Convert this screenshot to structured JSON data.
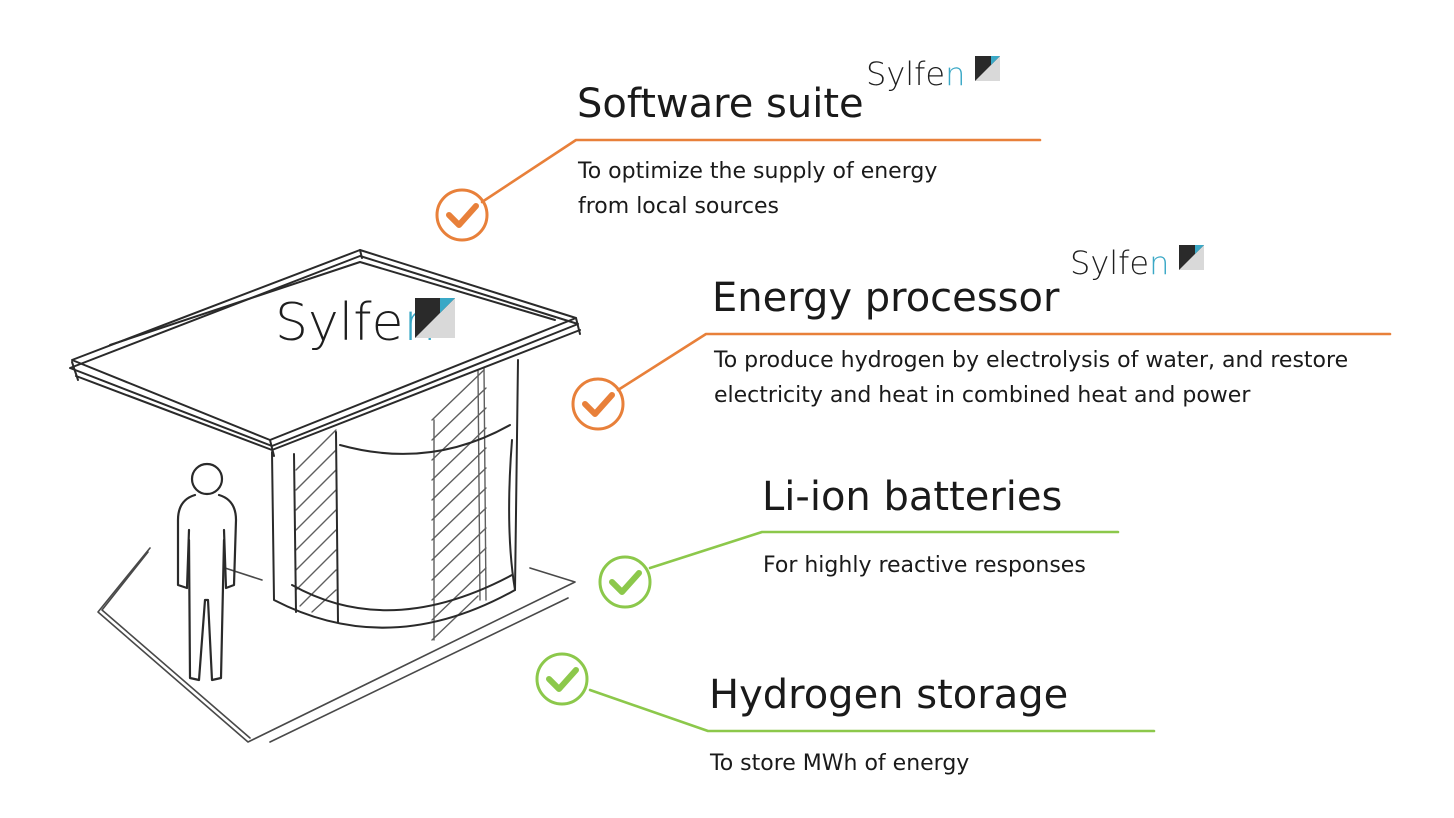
{
  "brand": {
    "name": "Sylfen",
    "name_prefix": "Sylfe",
    "name_suffix": "n",
    "dark_color": "#1e1e1e",
    "accent_color": "#3aa8c6"
  },
  "colors": {
    "orange": "#e8803a",
    "green": "#8cc84b"
  },
  "features": [
    {
      "title": "Software suite",
      "description_lines": [
        "To optimize the supply of energy",
        "from local sources"
      ],
      "accent": "#e8803a",
      "icon": "check-icon"
    },
    {
      "title": "Energy processor",
      "description_lines": [
        "To produce hydrogen by electrolysis of water, and restore",
        "electricity and heat in combined heat and power"
      ],
      "accent": "#e8803a",
      "icon": "check-icon"
    },
    {
      "title": "Li-ion batteries",
      "description_lines": [
        "For highly reactive responses"
      ],
      "accent": "#8cc84b",
      "icon": "check-icon"
    },
    {
      "title": "Hydrogen storage",
      "description_lines": [
        "To store MWh of energy"
      ],
      "accent": "#8cc84b",
      "icon": "check-icon"
    }
  ]
}
